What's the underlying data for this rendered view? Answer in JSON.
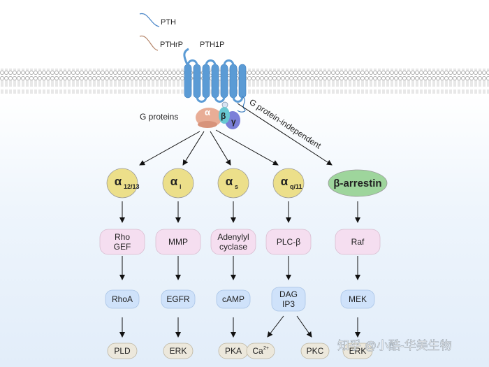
{
  "legend": {
    "pth": "PTH",
    "pthrp": "PTHrP"
  },
  "receptor": {
    "label": "PTH1P"
  },
  "gproteins": {
    "label": "G proteins",
    "alpha": "α",
    "beta": "β",
    "gamma": "γ"
  },
  "independent_label": "G protein-independent",
  "columns": [
    {
      "id": "a12",
      "head_main": "α",
      "head_sub": "12/13",
      "mid": [
        "Rho",
        "GEF"
      ],
      "second": [
        "RhoA"
      ],
      "end": [
        "PLD"
      ]
    },
    {
      "id": "ai",
      "head_main": "α",
      "head_sub": "i",
      "mid": [
        "MMP"
      ],
      "second": [
        "EGFR"
      ],
      "end": [
        "ERK"
      ]
    },
    {
      "id": "as",
      "head_main": "α",
      "head_sub": "s",
      "mid": [
        "Adenylyl",
        "cyclase"
      ],
      "second": [
        "cAMP"
      ],
      "end": [
        "PKA"
      ]
    },
    {
      "id": "aq",
      "head_main": "α",
      "head_sub": "q/11",
      "mid": [
        "PLC-β"
      ],
      "second": [
        "DAG",
        "IP3"
      ],
      "end_left": "Ca",
      "end_left_sup": "2+",
      "end_right": "PKC"
    },
    {
      "id": "barr",
      "head_main": "β-arrestin",
      "mid": [
        "Raf"
      ],
      "second": [
        "MEK"
      ],
      "end": [
        "ERK"
      ]
    }
  ],
  "watermark": "知乎 @小酷-华美生物",
  "colors": {
    "pth_curve": "#4a86c8",
    "pthrp_curve": "#b5866a",
    "receptor": "#5b9bd5",
    "alpha_sub": "#e8ad96",
    "beta_sub": "#67c8d2",
    "gamma_sub": "#7b7fd8",
    "g_head": "#ecdf8a",
    "arrestin_head": "#9ed59c",
    "pink_node": "#f5def0",
    "blue_node": "#cfe2fa",
    "end_node": "#ece8dc"
  }
}
